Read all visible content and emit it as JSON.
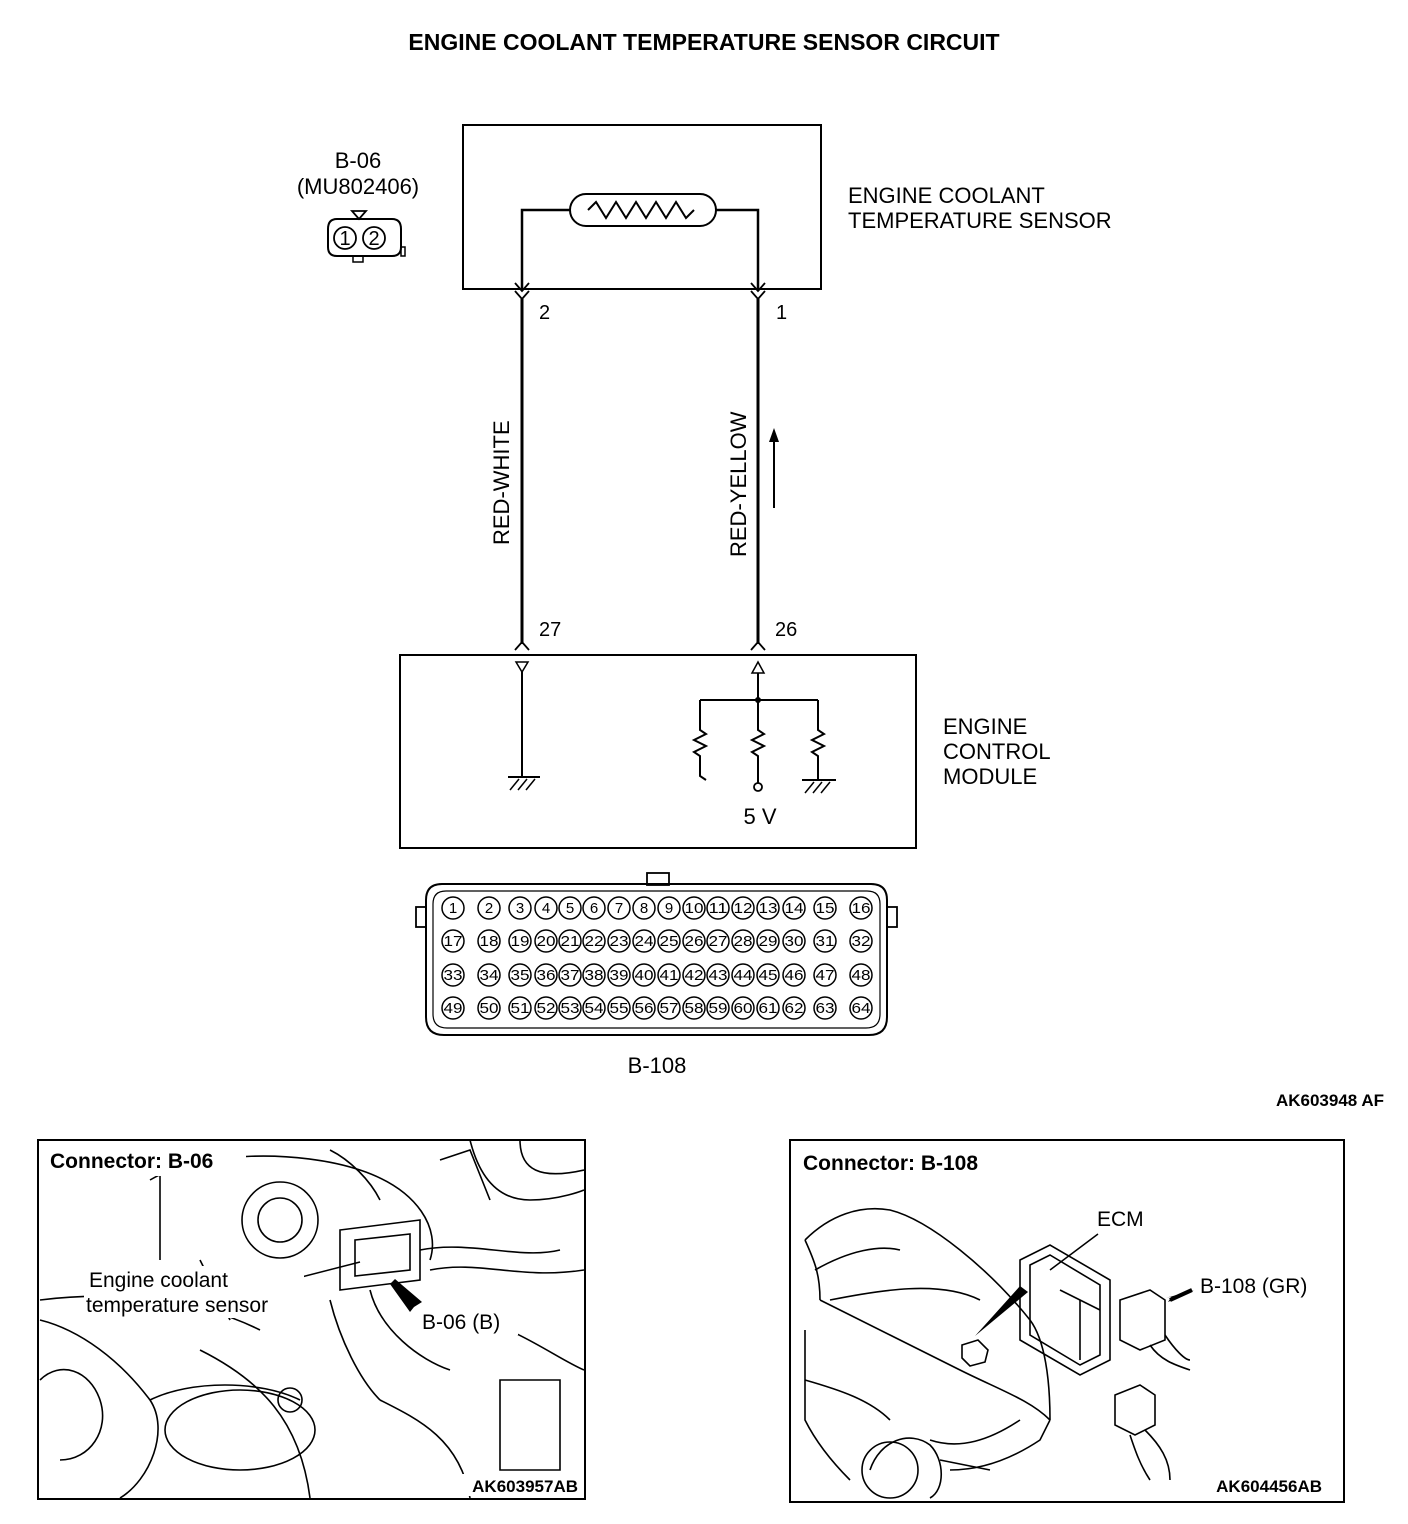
{
  "title": "ENGINE COOLANT TEMPERATURE SENSOR CIRCUIT",
  "sensor": {
    "connector_id": "B-06",
    "part_number": "(MU802406)",
    "name_line1": "ENGINE COOLANT",
    "name_line2": "TEMPERATURE SENSOR",
    "connector_pins": [
      "1",
      "2"
    ],
    "pin_left": "2",
    "pin_right": "1"
  },
  "wires": {
    "left_color": "RED-WHITE",
    "right_color": "RED-YELLOW"
  },
  "ecm": {
    "name_line1": "ENGINE",
    "name_line2": "CONTROL",
    "name_line3": "MODULE",
    "pin_left": "27",
    "pin_right": "26",
    "voltage": "5 V",
    "connector_id": "B-108",
    "connector_pins": [
      [
        "1",
        "2",
        "3",
        "4",
        "5",
        "6",
        "7",
        "8",
        "9",
        "10",
        "11",
        "12",
        "13",
        "14",
        "15",
        "16"
      ],
      [
        "17",
        "18",
        "19",
        "20",
        "21",
        "22",
        "23",
        "24",
        "25",
        "26",
        "27",
        "28",
        "29",
        "30",
        "31",
        "32"
      ],
      [
        "33",
        "34",
        "35",
        "36",
        "37",
        "38",
        "39",
        "40",
        "41",
        "42",
        "43",
        "44",
        "45",
        "46",
        "47",
        "48"
      ],
      [
        "49",
        "50",
        "51",
        "52",
        "53",
        "54",
        "55",
        "56",
        "57",
        "58",
        "59",
        "60",
        "61",
        "62",
        "63",
        "64"
      ]
    ]
  },
  "diagram_ref": "AK603948 AF",
  "photo_left": {
    "header": "Connector: B-06",
    "label_line1": "Engine coolant",
    "label_line2": "temperature sensor",
    "connector_label": "B-06 (B)",
    "ref": "AK603957AB"
  },
  "photo_right": {
    "header": "Connector: B-108",
    "ecm_label": "ECM",
    "connector_label": "B-108 (GR)",
    "ref": "AK604456AB"
  }
}
